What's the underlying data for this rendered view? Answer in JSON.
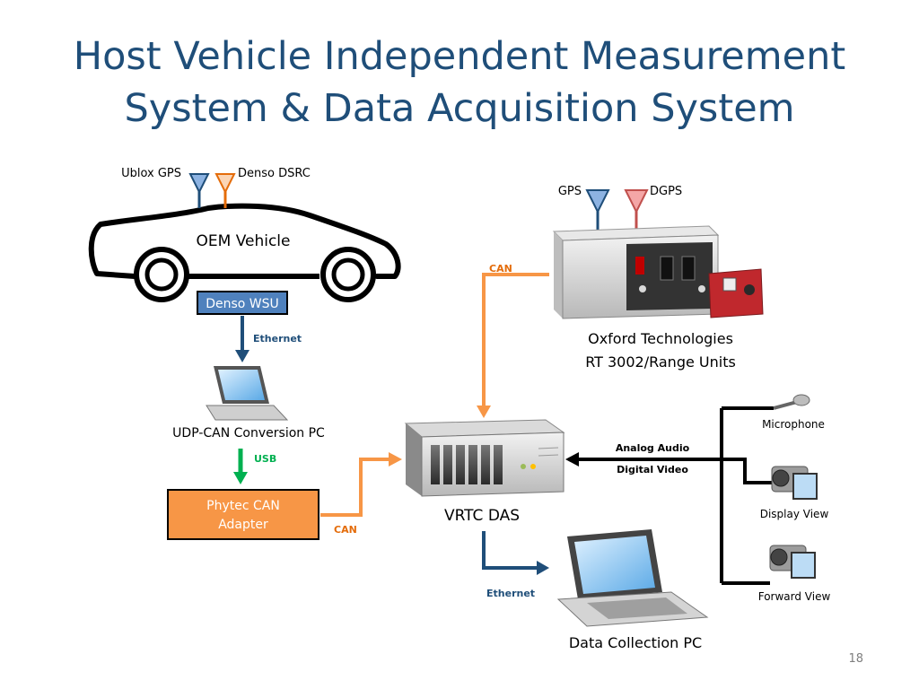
{
  "slide": {
    "title_line1": "Host Vehicle Independent Measurement",
    "title_line2": "System & Data Acquisition System",
    "page_number": "18"
  },
  "diagram": {
    "vehicle": {
      "antenna1": "Ublox GPS",
      "antenna2": "Denso DSRC",
      "label": "OEM Vehicle",
      "wsu": "Denso WSU"
    },
    "links": {
      "wsu_to_pc": "Ethernet",
      "pc_to_adapter": "USB",
      "adapter_to_das": "CAN",
      "oxford_to_das": "CAN",
      "das_to_dcpc": "Ethernet",
      "av_line1": "Analog Audio",
      "av_line2": "Digital Video"
    },
    "udp_pc": "UDP-CAN Conversion PC",
    "adapter": {
      "line1": "Phytec CAN",
      "line2": "Adapter"
    },
    "oxford": {
      "antenna1": "GPS",
      "antenna2": "DGPS",
      "line1": "Oxford Technologies",
      "line2": "RT 3002/Range Units"
    },
    "das": "VRTC DAS",
    "data_pc": "Data Collection PC",
    "sensors": [
      "Microphone",
      "Display View",
      "Forward View"
    ]
  },
  "colors": {
    "title": "#1f4e79",
    "ethernet": "#1f4e79",
    "can": "#f79646",
    "usb": "#00b050",
    "wsu_fill": "#4f81bd",
    "adapter_fill": "#f79646"
  }
}
